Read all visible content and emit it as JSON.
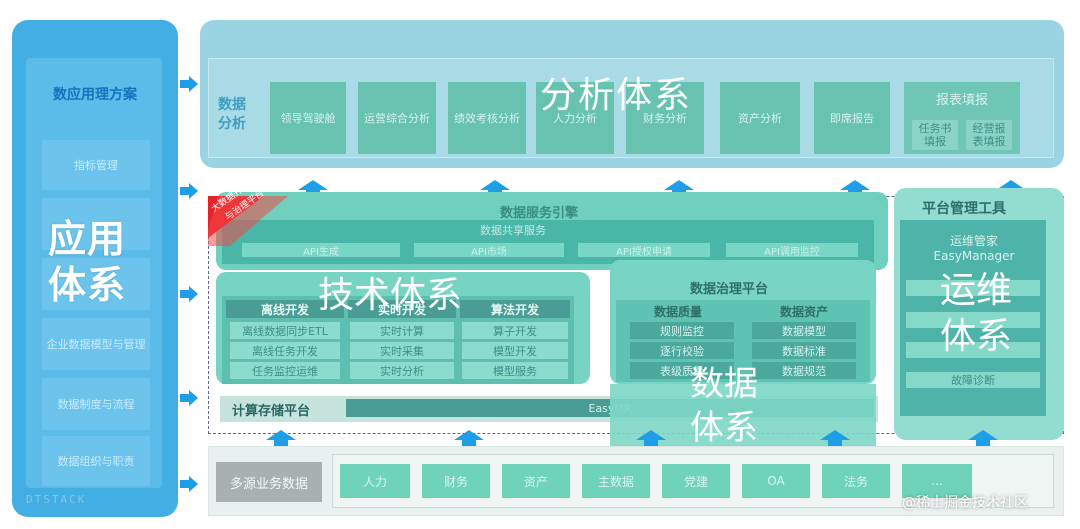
{
  "colors": {
    "app_blue": "#43aee3",
    "analysis_band": "#9ad4e2",
    "tech_teal": "#6fd1bd",
    "dark_teal": "#4a9d95",
    "arrow_blue": "#1e9ee6",
    "ribbon_red": "#e8222b"
  },
  "application": {
    "title": "数应用理方案",
    "big_label": "应用体系",
    "items": [
      "指标管理",
      "",
      "",
      "企业数据模型与管理",
      "数据制度与流程",
      "数据组织与职责"
    ],
    "brand": "DTSTACK"
  },
  "analysis": {
    "label": "数据分析",
    "big_label": "分析体系",
    "boxes": [
      "领导驾驶舱",
      "运营综合分析",
      "绩效考核分析",
      "人力分析",
      "财务分析",
      "资产分析",
      "即席报告"
    ],
    "report": {
      "title": "报表填报",
      "items": [
        "任务书填报",
        "经营报表填报"
      ]
    }
  },
  "service_engine": {
    "title": "数据服务引擎",
    "share": "数据共享服务",
    "pills": [
      "API生成",
      "API市场",
      "API授权申请",
      "API调用监控"
    ]
  },
  "ribbon": {
    "line1": "大数据开发",
    "line2": "与治理平台"
  },
  "tech": {
    "big_label": "技术体系",
    "columns": [
      {
        "head": "离线开发",
        "cells": [
          "离线数据同步ETL",
          "离线任务开发",
          "任务监控运维"
        ]
      },
      {
        "head": "实时开发",
        "cells": [
          "实时计算",
          "实时采集",
          "实时分析"
        ]
      },
      {
        "head": "算法开发",
        "cells": [
          "算子开发",
          "模型开发",
          "模型服务"
        ]
      }
    ]
  },
  "governance": {
    "title": "数据治理平台",
    "columns": [
      {
        "head": "数据质量",
        "cells": [
          "规则监控",
          "逐行校验",
          "表级质量"
        ]
      },
      {
        "head": "数据资产",
        "cells": [
          "数据模型",
          "数据标准",
          "数据规范"
        ]
      }
    ],
    "big_label": "数据体系"
  },
  "compute": {
    "label": "计算存储平台",
    "engine": "EasyMR"
  },
  "ops": {
    "title": "平台管理工具",
    "manager_line1": "运维管家",
    "manager_line2": "EasyManager",
    "cells": [
      "",
      "",
      "",
      "故障诊断"
    ],
    "big_label": "运维体系"
  },
  "sources": {
    "label": "多源业务数据",
    "boxes": [
      "人力",
      "财务",
      "资产",
      "主数据",
      "党建",
      "OA",
      "法务",
      "..."
    ]
  },
  "watermark": "@稀土掘金技术社区"
}
